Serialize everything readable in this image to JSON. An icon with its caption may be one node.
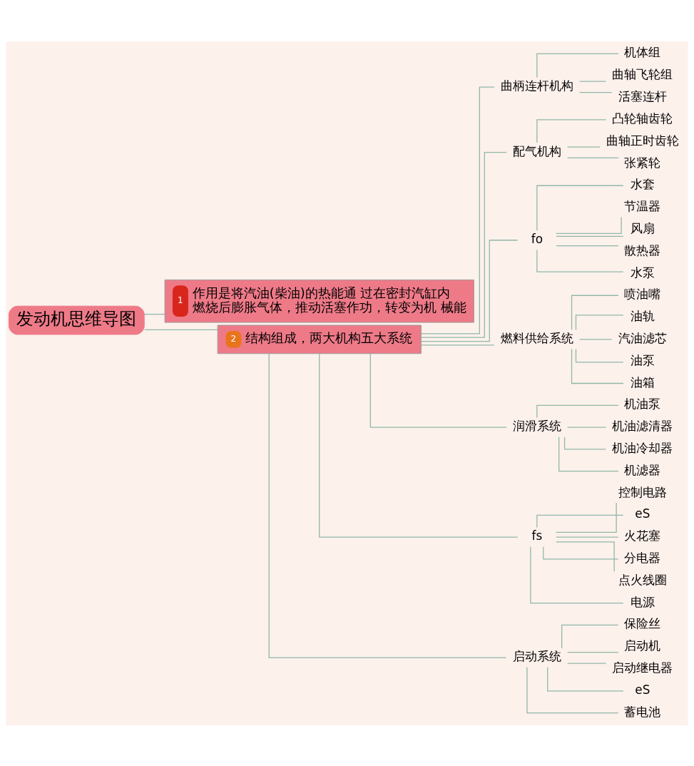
{
  "diagram": {
    "nodes": [
      {
        "text": [
          "发动机思维导图"
        ]
      },
      {
        "text": [
          "1",
          "作用是将汽油(柴油)的热能通 过在密封汽缸内燃烧后膨胀气体，推动活塞作功，转变为机 械能"
        ]
      },
      {
        "text": [
          "2",
          "结构组成，两大机构五大系统"
        ]
      },
      {
        "text": [
          "曲柄连杆机构"
        ]
      },
      {
        "text": [
          "机体组"
        ]
      },
      {
        "text": [
          "曲轴飞轮组"
        ]
      },
      {
        "text": [
          "活塞连杆"
        ]
      },
      {
        "text": [
          "配气机构"
        ]
      },
      {
        "text": [
          "凸轮轴齿轮"
        ]
      },
      {
        "text": [
          "曲轴正时齿轮"
        ]
      },
      {
        "text": [
          "张紧轮"
        ]
      },
      {
        "text": [
          "fo"
        ]
      },
      {
        "text": [
          "水套"
        ]
      },
      {
        "text": [
          "节温器"
        ]
      },
      {
        "text": [
          "风扇"
        ]
      },
      {
        "text": [
          "散热器"
        ]
      },
      {
        "text": [
          "水泵"
        ]
      },
      {
        "text": [
          "燃料供给系统"
        ]
      },
      {
        "text": [
          "喷油嘴"
        ]
      },
      {
        "text": [
          "油轨"
        ]
      },
      {
        "text": [
          "汽油滤芯"
        ]
      },
      {
        "text": [
          "油泵"
        ]
      },
      {
        "text": [
          "油箱"
        ]
      },
      {
        "text": [
          "润滑系统"
        ]
      },
      {
        "text": [
          "机油泵"
        ]
      },
      {
        "text": [
          "机油滤清器"
        ]
      },
      {
        "text": [
          "机油冷却器"
        ]
      },
      {
        "text": [
          "机滤器"
        ]
      },
      {
        "text": [
          "fs"
        ]
      },
      {
        "text": [
          "控制电路"
        ]
      },
      {
        "text": [
          "eS"
        ]
      },
      {
        "text": [
          "火花塞"
        ]
      },
      {
        "text": [
          "分电器"
        ]
      },
      {
        "text": [
          "点火线圈"
        ]
      },
      {
        "text": [
          "电源"
        ]
      },
      {
        "text": [
          "启动系统"
        ]
      },
      {
        "text": [
          "保险丝"
        ]
      },
      {
        "text": [
          "启动机"
        ]
      },
      {
        "text": [
          "启动继电器"
        ]
      },
      {
        "text": [
          "eS"
        ]
      },
      {
        "text": [
          "蓄电池"
        ]
      }
    ],
    "edges": [
      {
        "from": 0,
        "to": 1,
        "arrow": "none"
      },
      {
        "from": 0,
        "to": 2,
        "arrow": "none"
      },
      {
        "from": 2,
        "to": 3,
        "arrow": "none"
      },
      {
        "from": 3,
        "to": 4,
        "arrow": "none"
      },
      {
        "from": 3,
        "to": 5,
        "arrow": "none"
      },
      {
        "from": 3,
        "to": 6,
        "arrow": "none"
      },
      {
        "from": 2,
        "to": 7,
        "arrow": "none"
      },
      {
        "from": 7,
        "to": 8,
        "arrow": "none"
      },
      {
        "from": 7,
        "to": 9,
        "arrow": "none"
      },
      {
        "from": 7,
        "to": 10,
        "arrow": "none"
      },
      {
        "from": 2,
        "to": 11,
        "arrow": "none"
      },
      {
        "from": 11,
        "to": 12,
        "arrow": "none"
      },
      {
        "from": 11,
        "to": 13,
        "arrow": "none"
      },
      {
        "from": 11,
        "to": 14,
        "arrow": "none"
      },
      {
        "from": 11,
        "to": 15,
        "arrow": "none"
      },
      {
        "from": 11,
        "to": 16,
        "arrow": "none"
      },
      {
        "from": 2,
        "to": 17,
        "arrow": "none"
      },
      {
        "from": 17,
        "to": 18,
        "arrow": "none"
      },
      {
        "from": 17,
        "to": 19,
        "arrow": "none"
      },
      {
        "from": 17,
        "to": 20,
        "arrow": "none"
      },
      {
        "from": 17,
        "to": 21,
        "arrow": "none"
      },
      {
        "from": 17,
        "to": 22,
        "arrow": "none"
      },
      {
        "from": 2,
        "to": 23,
        "arrow": "none"
      },
      {
        "from": 23,
        "to": 24,
        "arrow": "none"
      },
      {
        "from": 23,
        "to": 25,
        "arrow": "none"
      },
      {
        "from": 23,
        "to": 26,
        "arrow": "none"
      },
      {
        "from": 23,
        "to": 27,
        "arrow": "none"
      },
      {
        "from": 2,
        "to": 28,
        "arrow": "none"
      },
      {
        "from": 28,
        "to": 29,
        "arrow": "none"
      },
      {
        "from": 28,
        "to": 30,
        "arrow": "none"
      },
      {
        "from": 28,
        "to": 31,
        "arrow": "none"
      },
      {
        "from": 28,
        "to": 32,
        "arrow": "none"
      },
      {
        "from": 28,
        "to": 33,
        "arrow": "none"
      },
      {
        "from": 28,
        "to": 34,
        "arrow": "none"
      },
      {
        "from": 2,
        "to": 35,
        "arrow": "none"
      },
      {
        "from": 35,
        "to": 36,
        "arrow": "none"
      },
      {
        "from": 35,
        "to": 37,
        "arrow": "none"
      },
      {
        "from": 35,
        "to": 38,
        "arrow": "none"
      },
      {
        "from": 35,
        "to": 39,
        "arrow": "none"
      },
      {
        "from": 35,
        "to": 40,
        "arrow": "none"
      }
    ]
  }
}
